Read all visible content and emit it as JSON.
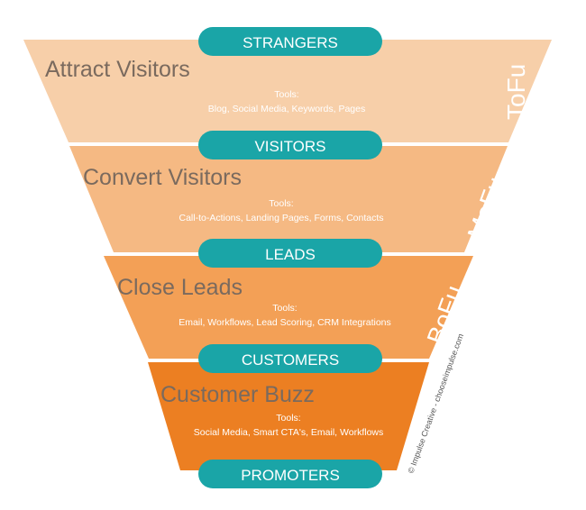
{
  "colors": {
    "pill": "#1aa5a7",
    "pill_text": "#ffffff",
    "stage1": "#f7cfa9",
    "stage2": "#f5b983",
    "stage3": "#f3a056",
    "stage4": "#ec7f22",
    "title_text": "#7a6a5e"
  },
  "pills": [
    {
      "label": "STRANGERS"
    },
    {
      "label": "VISITORS"
    },
    {
      "label": "LEADS"
    },
    {
      "label": "CUSTOMERS"
    },
    {
      "label": "PROMOTERS"
    }
  ],
  "stages": [
    {
      "title": "Attract Visitors",
      "tools_label": "Tools:",
      "tools": "Blog, Social Media, Keywords, Pages",
      "side_label": "ToFu"
    },
    {
      "title": "Convert Visitors",
      "tools_label": "Tools:",
      "tools": "Call-to-Actions, Landing Pages, Forms, Contacts",
      "side_label": "MoFu"
    },
    {
      "title": "Close Leads",
      "tools_label": "Tools:",
      "tools": "Email, Workflows, Lead Scoring, CRM Integrations",
      "side_label": "BoFu"
    },
    {
      "title": "Customer Buzz",
      "tools_label": "Tools:",
      "tools": "Social Media, Smart CTA's, Email, Workflows",
      "side_label": ""
    }
  ],
  "credit": "© Impulse Creative - chooseimpulse.com"
}
